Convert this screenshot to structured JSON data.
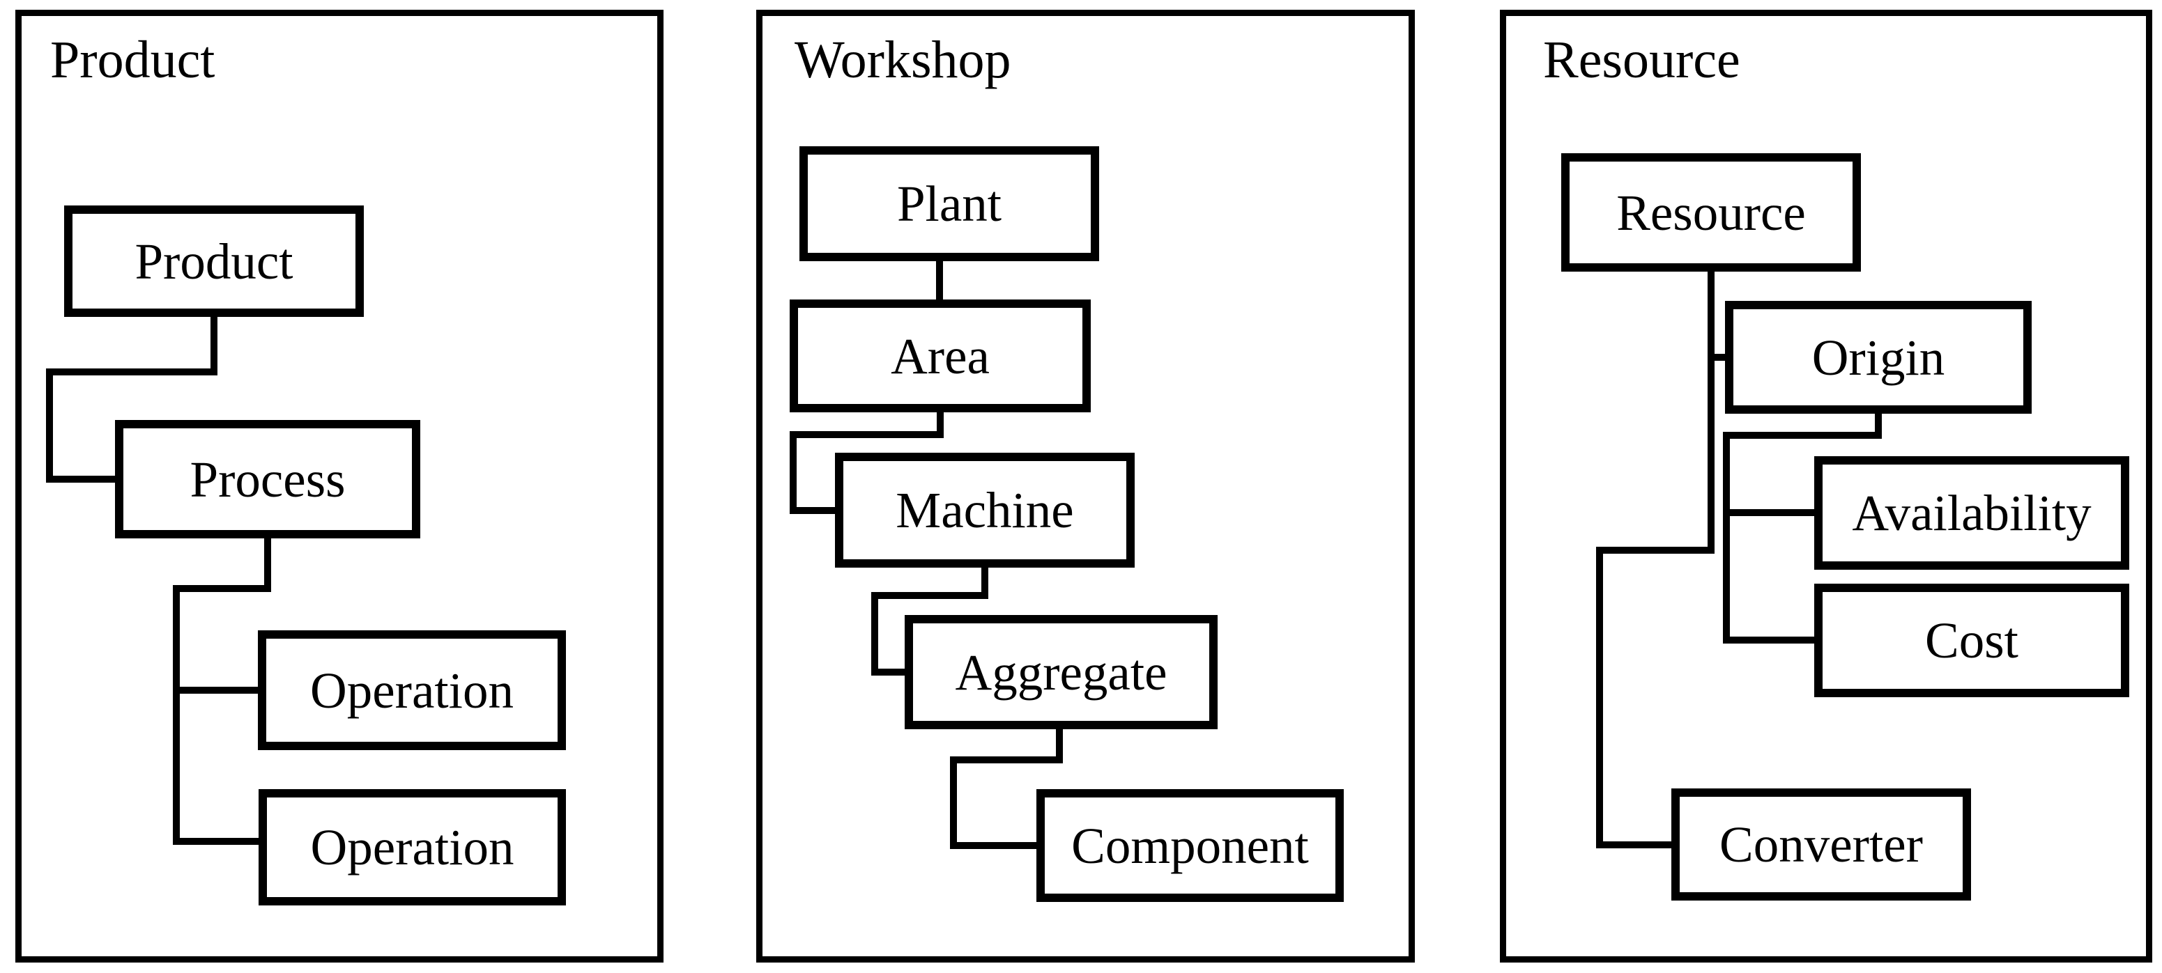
{
  "figure": {
    "type": "hierarchy-tree-diagram",
    "background_color": "#ffffff",
    "line_color": "#000000",
    "panels": [
      {
        "title": "Product",
        "nodes": [
          "Product",
          "Process",
          "Operation",
          "Operation"
        ],
        "edges": [
          [
            "Product",
            "Process"
          ],
          [
            "Process",
            "Operation (1)"
          ],
          [
            "Process",
            "Operation (2)"
          ]
        ]
      },
      {
        "title": "Workshop",
        "nodes": [
          "Plant",
          "Area",
          "Machine",
          "Aggregate",
          "Component"
        ],
        "edges": [
          [
            "Plant",
            "Area"
          ],
          [
            "Area",
            "Machine"
          ],
          [
            "Machine",
            "Aggregate"
          ],
          [
            "Aggregate",
            "Component"
          ]
        ]
      },
      {
        "title": "Resource",
        "nodes": [
          "Resource",
          "Origin",
          "Availability",
          "Cost",
          "Converter"
        ],
        "edges": [
          [
            "Resource",
            "Origin"
          ],
          [
            "Origin",
            "Availability"
          ],
          [
            "Origin",
            "Cost"
          ],
          [
            "Resource",
            "Converter"
          ]
        ]
      }
    ]
  }
}
